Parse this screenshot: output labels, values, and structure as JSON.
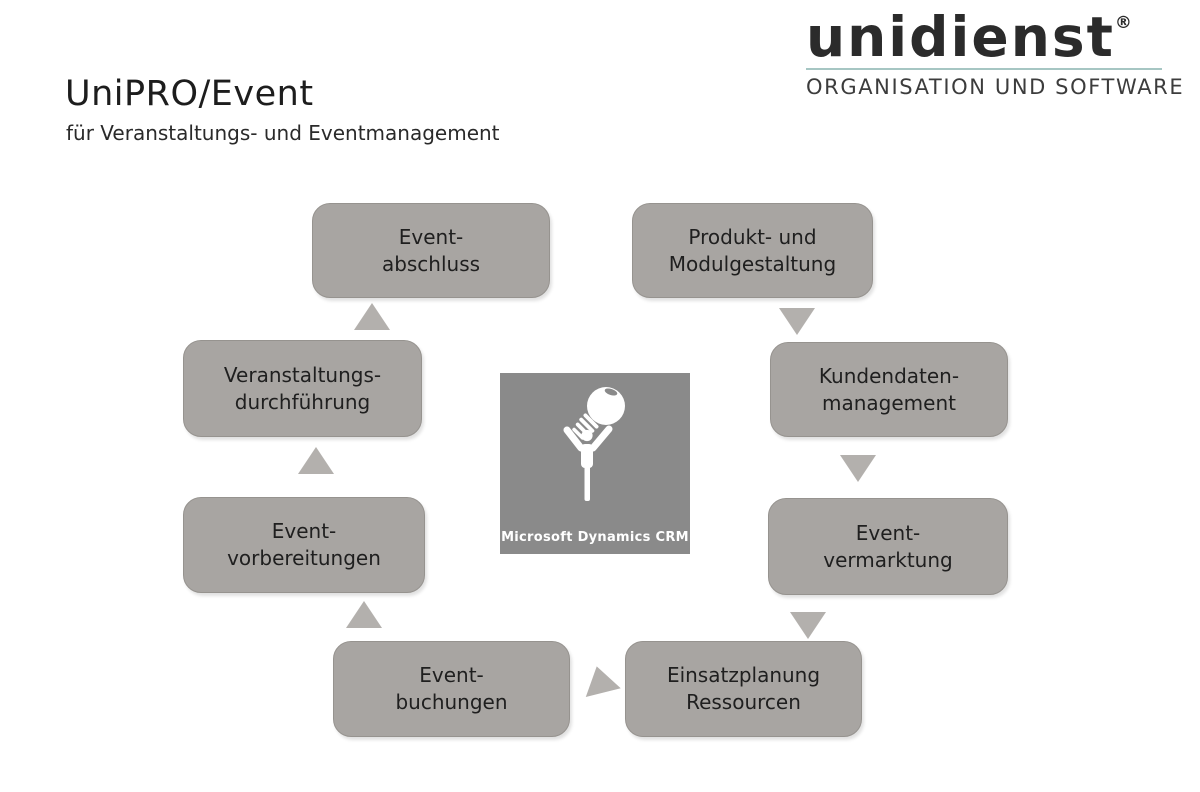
{
  "header": {
    "title": "UniPRO/Event",
    "subtitle": "für Veranstaltungs- und Eventmanagement"
  },
  "logo": {
    "brand": "unidienst",
    "registered": "®",
    "tagline": "ORGANISATION UND SOFTWARE"
  },
  "center": {
    "label": "Microsoft Dynamics CRM",
    "icon": "person-holding-lightbulb-icon"
  },
  "stages": [
    {
      "id": "event-abschluss",
      "line1": "Event-",
      "line2": "abschluss"
    },
    {
      "id": "produkt-modulgestaltung",
      "line1": "Produkt- und",
      "line2": "Modulgestaltung"
    },
    {
      "id": "kundendatenmanagement",
      "line1": "Kundendaten-",
      "line2": "management"
    },
    {
      "id": "event-vermarktung",
      "line1": "Event-",
      "line2": "vermarktung"
    },
    {
      "id": "einsatzplanung-ressourcen",
      "line1": "Einsatzplanung",
      "line2": "Ressourcen"
    },
    {
      "id": "event-buchungen",
      "line1": "Event-",
      "line2": "buchungen"
    },
    {
      "id": "event-vorbereitungen",
      "line1": "Event-",
      "line2": "vorbereitungen"
    },
    {
      "id": "veranstaltungsdurchfuehrung",
      "line1": "Veranstaltungs-",
      "line2": "durchführung"
    }
  ],
  "flow": {
    "direction": "counter-clockwise-cycle",
    "arrows": [
      {
        "from": "produkt-modulgestaltung",
        "to": "kundendatenmanagement",
        "direction": "down"
      },
      {
        "from": "kundendatenmanagement",
        "to": "event-vermarktung",
        "direction": "down"
      },
      {
        "from": "event-vermarktung",
        "to": "einsatzplanung-ressourcen",
        "direction": "down"
      },
      {
        "from": "einsatzplanung-ressourcen",
        "to": "event-buchungen",
        "direction": "up-left"
      },
      {
        "from": "event-buchungen",
        "to": "event-vorbereitungen",
        "direction": "up"
      },
      {
        "from": "event-vorbereitungen",
        "to": "veranstaltungsdurchfuehrung",
        "direction": "up"
      },
      {
        "from": "veranstaltungsdurchfuehrung",
        "to": "event-abschluss",
        "direction": "up"
      }
    ]
  },
  "colors": {
    "box_fill": "#a8a5a2",
    "box_border": "#96938f",
    "box_text": "#1f1f1f",
    "tile_fill": "#8a8a8a",
    "tile_text": "#ffffff",
    "arrow": "#b3b0ad",
    "accent_line": "#a6c6c3",
    "logo_text": "#2b2b2b"
  }
}
